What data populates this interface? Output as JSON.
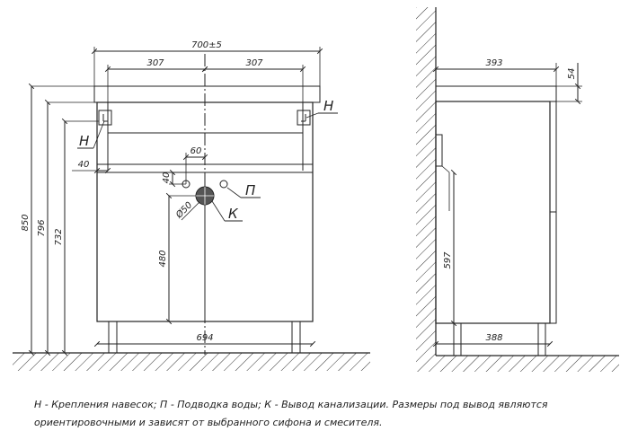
{
  "front_view": {
    "width_total": "700±5",
    "half_left": "307",
    "half_right": "307",
    "height_total": "850",
    "height_body": "796",
    "height_mount": "732",
    "mount_offset": "40",
    "pipe_offset_x": "60",
    "pipe_offset_y": "40",
    "drain_diameter": "Ø50",
    "drain_height": "480",
    "bottom_width": "694"
  },
  "side_view": {
    "top_depth": "393",
    "top_thickness": "54",
    "body_height": "597",
    "bottom_depth": "388"
  },
  "markers": {
    "mount": "Н",
    "water": "П",
    "drain": "К"
  },
  "legend": {
    "line1": "Н - Крепления навесок; П - Подводка воды; К - Вывод канализации. Размеры под вывод являются",
    "line2": "ориентировочными и зависят от выбранного сифона и смесителя."
  }
}
